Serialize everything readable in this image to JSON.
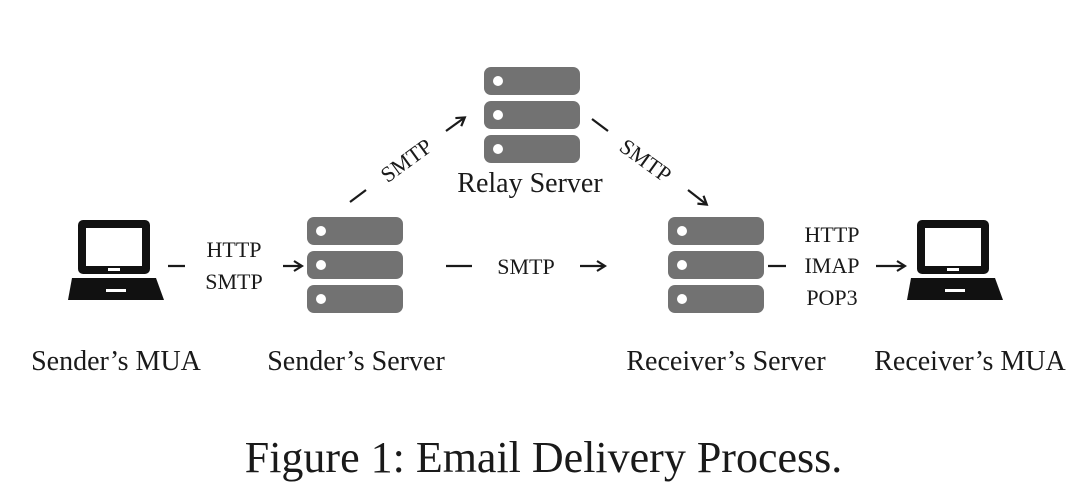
{
  "nodes": {
    "sender_mua": {
      "label": "Sender’s MUA"
    },
    "sender_server": {
      "label": "Sender’s Server"
    },
    "relay_server": {
      "label": "Relay Server"
    },
    "receiver_server": {
      "label": "Receiver’s Server"
    },
    "receiver_mua": {
      "label": "Receiver’s MUA"
    }
  },
  "edges": {
    "mua_to_sender": [
      "HTTP",
      "SMTP"
    ],
    "sender_to_relay": "SMTP",
    "relay_to_receiver": "SMTP",
    "sender_to_receiver": "SMTP",
    "receiver_to_mua": [
      "HTTP",
      "IMAP",
      "POP3"
    ]
  },
  "caption": "Figure 1: Email Delivery Process.",
  "colors": {
    "icon": "#727272",
    "dot": "#ffffff",
    "ink": "#1a1a1a"
  },
  "icons": [
    "laptop-icon",
    "server-icon"
  ]
}
